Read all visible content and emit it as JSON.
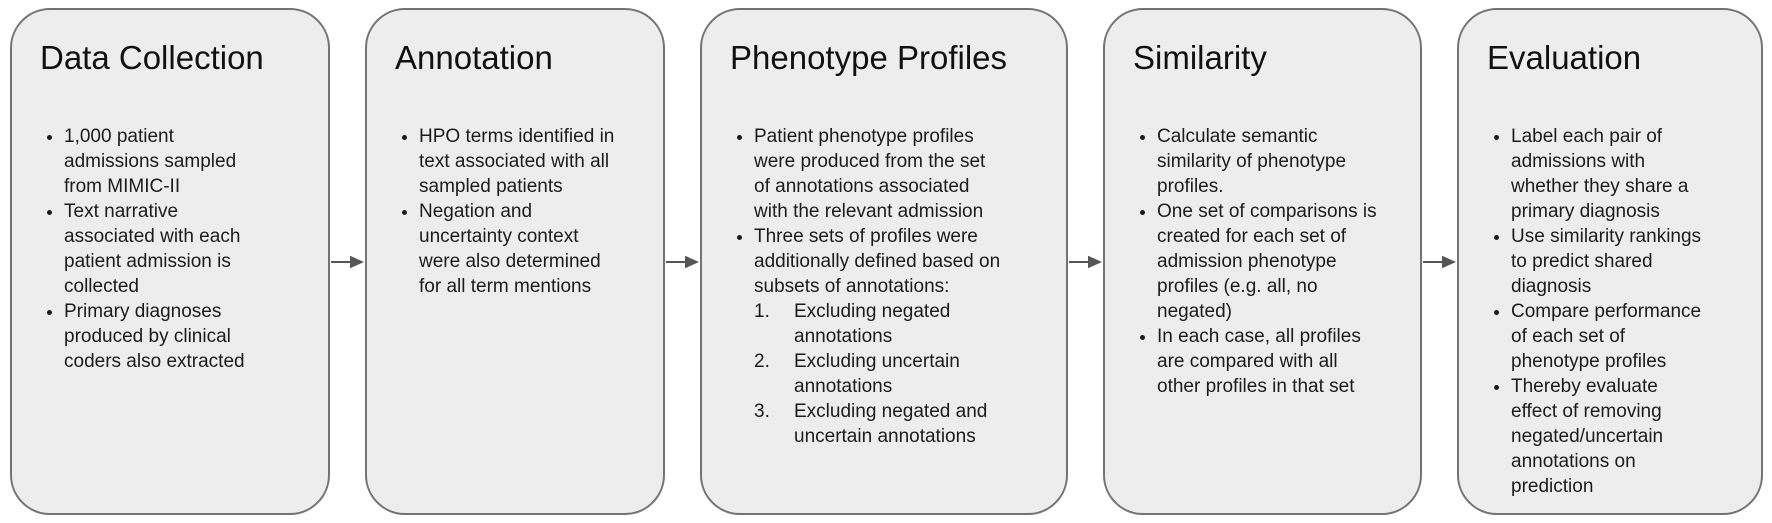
{
  "diagram": {
    "type": "flowchart",
    "background_color": "#ffffff",
    "box_fill_color": "#ededed",
    "box_border_color": "#737373",
    "text_color": "#1c1c1c",
    "arrow_color": "#555555",
    "stages": [
      {
        "title": "Data Collection",
        "bullets": [
          "1,000 patient admissions sampled from MIMIC-II",
          "Text narrative associated with each patient admission is collected",
          "Primary diagnoses produced by clinical coders also extracted"
        ]
      },
      {
        "title": "Annotation",
        "bullets": [
          "HPO terms identified in text associated with all sampled patients",
          "Negation and uncertainty context were also determined for all term mentions"
        ]
      },
      {
        "title": "Phenotype Profiles",
        "bullets": [
          "Patient phenotype profiles were produced from the set of annotations associated with the relevant admission",
          "Three sets of profiles were additionally defined based on subsets of annotations:"
        ],
        "numbered": [
          {
            "n": "1.",
            "text": "Excluding negated annotations"
          },
          {
            "n": "2.",
            "text": "Excluding uncertain annotations"
          },
          {
            "n": "3.",
            "text": "Excluding negated and uncertain annotations"
          }
        ]
      },
      {
        "title": "Similarity",
        "bullets": [
          "Calculate semantic similarity of phenotype profiles.",
          "One set of comparisons is created for each set of admission phenotype profiles (e.g. all, no negated)",
          "In each case, all profiles are compared with all other profiles in that set"
        ]
      },
      {
        "title": "Evaluation",
        "bullets": [
          "Label each pair of admissions with whether they share a primary diagnosis",
          "Use similarity rankings to predict shared diagnosis",
          "Compare performance of each set of phenotype profiles",
          "Thereby evaluate effect of removing negated/uncertain annotations on prediction"
        ]
      }
    ]
  }
}
